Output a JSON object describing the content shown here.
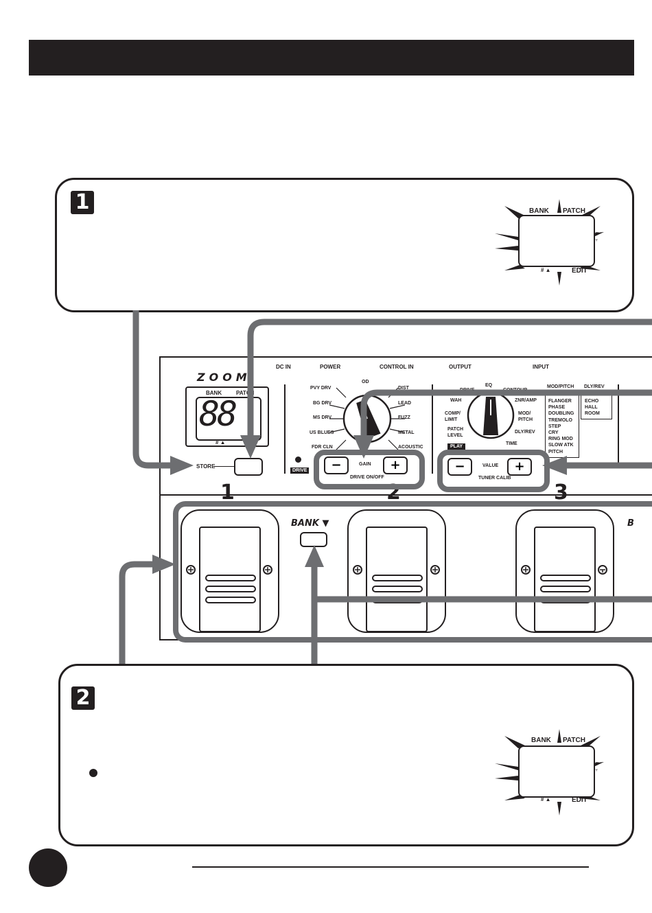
{
  "steps": [
    {
      "number": "1",
      "display": {
        "bank": "BANK",
        "patch": "PATCH",
        "sharp": "# ▲",
        "edit": "EDIT",
        "tuner": "▼\n♆"
      }
    },
    {
      "number": "2",
      "display": {
        "bank": "BANK",
        "patch": "PATCH",
        "sharp": "# ▲",
        "edit": "EDIT",
        "tuner": "▼\n♆"
      }
    }
  ],
  "device": {
    "logo": "ZOOM",
    "display_labels": {
      "bank": "BANK",
      "patch": "PATCH",
      "readout": "88",
      "sharp": "# ▲"
    },
    "store_label": "STORE",
    "drive_label": "DRIVE",
    "top_labels": [
      "DC IN",
      "POWER",
      "CONTROL IN",
      "OUTPUT",
      "INPUT"
    ],
    "knob_left": [
      "PVY DRV",
      "BG DRV",
      "MS DRV",
      "US BLUES",
      "FDR CLN"
    ],
    "knob_top": "OD",
    "knob_right": [
      "DIST",
      "LEAD",
      "FUZZ",
      "METAL",
      "ACOUSTIC"
    ],
    "gain": {
      "minus": "−",
      "label": "GAIN",
      "plus": "+",
      "sub": "DRIVE ON/OFF"
    },
    "edit_knob_left": [
      "WAH",
      "COMP/ LIMIT",
      "PATCH LEVEL"
    ],
    "edit_knob_top": [
      "DRIVE",
      "EQ",
      "CONTOUR"
    ],
    "edit_knob_right": [
      "ZNR/AMP",
      "MOD/ PITCH",
      "DLY/REV",
      "TIME"
    ],
    "play_label": "PLAY",
    "value": {
      "minus": "−",
      "label": "VALUE",
      "plus": "+",
      "sub": "TUNER CALIB"
    },
    "mod_pitch_header": "MOD/PITCH",
    "mod_pitch_items": [
      "FLANGER",
      "PHASE",
      "DOUBLING",
      "TREMOLO",
      "STEP",
      "CRY",
      "RING MOD",
      "SLOW ATK",
      "PITCH"
    ],
    "dly_rev_header": "DLY/REV",
    "dly_rev_items": [
      "ECHO",
      "HALL",
      "ROOM"
    ],
    "pedal_numbers": [
      "1",
      "2",
      "3"
    ],
    "bank_down": "BANK ▼",
    "bank_up_partial": "B"
  }
}
